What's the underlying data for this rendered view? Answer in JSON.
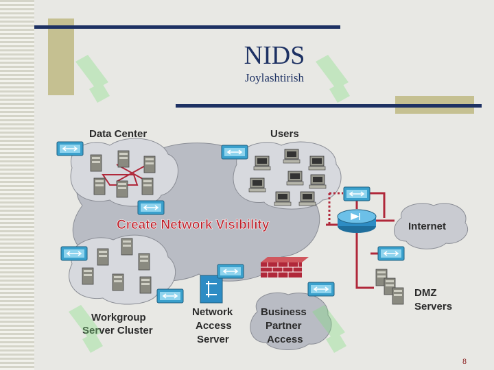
{
  "slide": {
    "title": "NIDS",
    "subtitle": "Joylashtirish",
    "page_number": "8"
  },
  "diagram": {
    "center_label": "Create Network Visibility",
    "nodes": {
      "data_center": "Data Center",
      "users": "Users",
      "internet": "Internet",
      "dmz_line1": "DMZ",
      "dmz_line2": "Servers",
      "workgroup_line1": "Workgroup",
      "workgroup_line2": "Server Cluster",
      "nas_line1": "Network",
      "nas_line2": "Access",
      "nas_line3": "Server",
      "bp_line1": "Business",
      "bp_line2": "Partner",
      "bp_line3": "Access"
    }
  },
  "colors": {
    "navy": "#1d3163",
    "olive": "#c5c091",
    "cloud": "#b9bcc4",
    "link": "#b0283a",
    "sensor": "#3aa0cc",
    "watermark": "#7ee07e"
  }
}
